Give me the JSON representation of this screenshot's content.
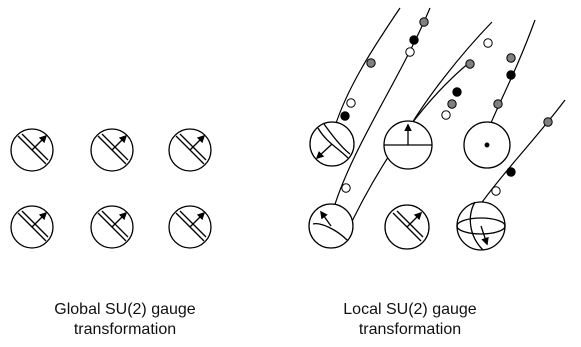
{
  "panels": {
    "global": {
      "caption_line1": "Global SU(2) gauge",
      "caption_line2": "transformation"
    },
    "local": {
      "caption_line1": "Local SU(2) gauge",
      "caption_line2": "transformation"
    }
  },
  "colors": {
    "stroke": "#000000",
    "dot_filled": "#000000",
    "dot_gray": "#808080",
    "dot_open": "#ffffff"
  }
}
